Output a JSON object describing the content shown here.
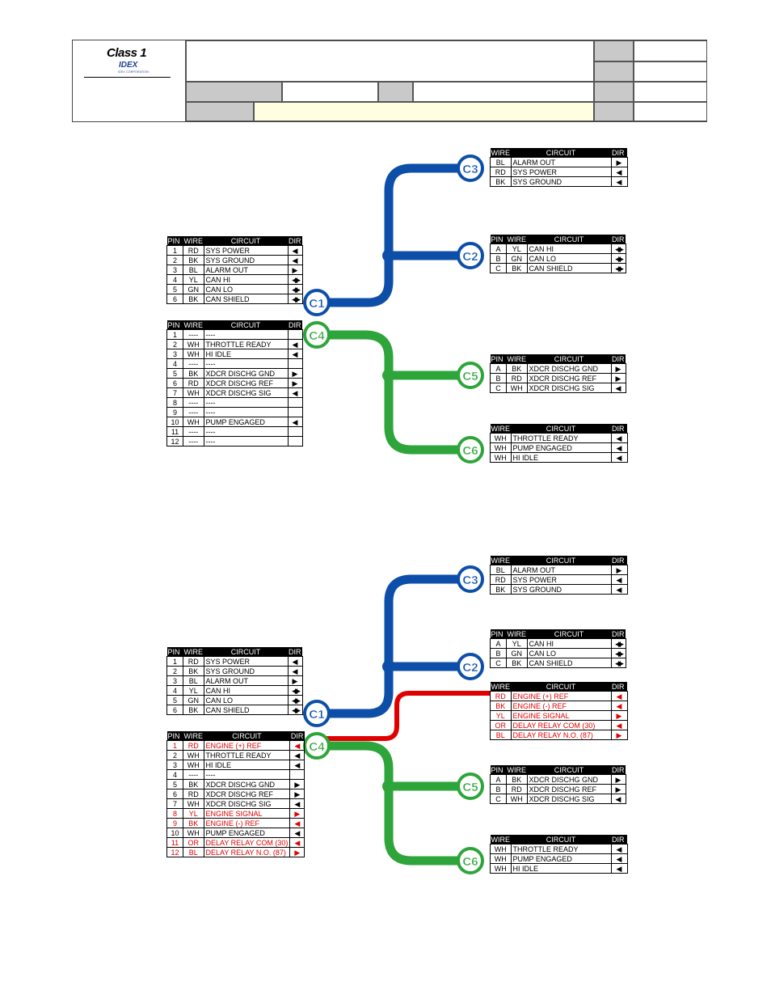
{
  "header": {
    "logo_brand": "Class 1",
    "logo_parent": "IDEX",
    "logo_parent_sub": "IDEX CORPORATION"
  },
  "colors": {
    "c1_c2_c3_harness": "#0d4fa8",
    "c4_c5_c6_harness": "#2ea53a",
    "engine_harness": "#e00000",
    "connector_ring_fill": "#ffffff"
  },
  "legend_dir": {
    "out": "right-triangle",
    "in": "left-triangle",
    "both": "double-triangle"
  },
  "diagrams": [
    {
      "connector_labels": [
        "C1",
        "C2",
        "C3",
        "C4",
        "C5",
        "C6"
      ],
      "c1": {
        "headers": [
          "PIN",
          "WIRE",
          "CIRCUIT",
          "DIR"
        ],
        "rows": [
          {
            "pin": "1",
            "wire": "RD",
            "circuit": "SYS POWER",
            "dir": "in"
          },
          {
            "pin": "2",
            "wire": "BK",
            "circuit": "SYS GROUND",
            "dir": "in"
          },
          {
            "pin": "3",
            "wire": "BL",
            "circuit": "ALARM OUT",
            "dir": "out"
          },
          {
            "pin": "4",
            "wire": "YL",
            "circuit": "CAN HI",
            "dir": "both"
          },
          {
            "pin": "5",
            "wire": "GN",
            "circuit": "CAN LO",
            "dir": "both"
          },
          {
            "pin": "6",
            "wire": "BK",
            "circuit": "CAN SHIELD",
            "dir": "both"
          }
        ]
      },
      "c4": {
        "headers": [
          "PIN",
          "WIRE",
          "CIRCUIT",
          "DIR"
        ],
        "rows": [
          {
            "pin": "1",
            "wire": "----",
            "circuit": "----",
            "dir": ""
          },
          {
            "pin": "2",
            "wire": "WH",
            "circuit": "THROTTLE READY",
            "dir": "in"
          },
          {
            "pin": "3",
            "wire": "WH",
            "circuit": "HI IDLE",
            "dir": "in"
          },
          {
            "pin": "4",
            "wire": "----",
            "circuit": "----",
            "dir": ""
          },
          {
            "pin": "5",
            "wire": "BK",
            "circuit": "XDCR DISCHG GND",
            "dir": "out"
          },
          {
            "pin": "6",
            "wire": "RD",
            "circuit": "XDCR DISCHG REF",
            "dir": "out"
          },
          {
            "pin": "7",
            "wire": "WH",
            "circuit": "XDCR DISCHG SIG",
            "dir": "in"
          },
          {
            "pin": "8",
            "wire": "----",
            "circuit": "----",
            "dir": ""
          },
          {
            "pin": "9",
            "wire": "----",
            "circuit": "----",
            "dir": ""
          },
          {
            "pin": "10",
            "wire": "WH",
            "circuit": "PUMP ENGAGED",
            "dir": "in"
          },
          {
            "pin": "11",
            "wire": "----",
            "circuit": "----",
            "dir": ""
          },
          {
            "pin": "12",
            "wire": "----",
            "circuit": "----",
            "dir": ""
          }
        ]
      },
      "c3": {
        "headers": [
          "WIRE",
          "CIRCUIT",
          "DIR"
        ],
        "rows": [
          {
            "wire": "BL",
            "circuit": "ALARM OUT",
            "dir": "out"
          },
          {
            "wire": "RD",
            "circuit": "SYS POWER",
            "dir": "in"
          },
          {
            "wire": "BK",
            "circuit": "SYS GROUND",
            "dir": "in"
          }
        ]
      },
      "c2": {
        "headers": [
          "PIN",
          "WIRE",
          "CIRCUIT",
          "DIR"
        ],
        "rows": [
          {
            "pin": "A",
            "wire": "YL",
            "circuit": "CAN HI",
            "dir": "both"
          },
          {
            "pin": "B",
            "wire": "GN",
            "circuit": "CAN LO",
            "dir": "both"
          },
          {
            "pin": "C",
            "wire": "BK",
            "circuit": "CAN SHIELD",
            "dir": "both"
          }
        ]
      },
      "c5": {
        "headers": [
          "PIN",
          "WIRE",
          "CIRCUIT",
          "DIR"
        ],
        "rows": [
          {
            "pin": "A",
            "wire": "BK",
            "circuit": "XDCR DISCHG GND",
            "dir": "out"
          },
          {
            "pin": "B",
            "wire": "RD",
            "circuit": "XDCR DISCHG REF",
            "dir": "out"
          },
          {
            "pin": "C",
            "wire": "WH",
            "circuit": "XDCR DISCHG SIG",
            "dir": "in"
          }
        ]
      },
      "c6": {
        "headers": [
          "WIRE",
          "CIRCUIT",
          "DIR"
        ],
        "rows": [
          {
            "wire": "WH",
            "circuit": "THROTTLE READY",
            "dir": "in"
          },
          {
            "wire": "WH",
            "circuit": "PUMP ENGAGED",
            "dir": "in"
          },
          {
            "wire": "WH",
            "circuit": "HI IDLE",
            "dir": "in"
          }
        ]
      }
    },
    {
      "connector_labels": [
        "C1",
        "C2",
        "C3",
        "C4",
        "C5",
        "C6"
      ],
      "c1": {
        "headers": [
          "PIN",
          "WIRE",
          "CIRCUIT",
          "DIR"
        ],
        "rows": [
          {
            "pin": "1",
            "wire": "RD",
            "circuit": "SYS POWER",
            "dir": "in"
          },
          {
            "pin": "2",
            "wire": "BK",
            "circuit": "SYS GROUND",
            "dir": "in"
          },
          {
            "pin": "3",
            "wire": "BL",
            "circuit": "ALARM OUT",
            "dir": "out"
          },
          {
            "pin": "4",
            "wire": "YL",
            "circuit": "CAN HI",
            "dir": "both"
          },
          {
            "pin": "5",
            "wire": "GN",
            "circuit": "CAN LO",
            "dir": "both"
          },
          {
            "pin": "6",
            "wire": "BK",
            "circuit": "CAN SHIELD",
            "dir": "both"
          }
        ]
      },
      "c4": {
        "headers": [
          "PIN",
          "WIRE",
          "CIRCUIT",
          "DIR"
        ],
        "rows": [
          {
            "pin": "1",
            "wire": "RD",
            "circuit": "ENGINE (+) REF",
            "dir": "in",
            "red": true
          },
          {
            "pin": "2",
            "wire": "WH",
            "circuit": "THROTTLE READY",
            "dir": "in"
          },
          {
            "pin": "3",
            "wire": "WH",
            "circuit": "HI IDLE",
            "dir": "in"
          },
          {
            "pin": "4",
            "wire": "----",
            "circuit": "----",
            "dir": ""
          },
          {
            "pin": "5",
            "wire": "BK",
            "circuit": "XDCR DISCHG GND",
            "dir": "out"
          },
          {
            "pin": "6",
            "wire": "RD",
            "circuit": "XDCR DISCHG REF",
            "dir": "out"
          },
          {
            "pin": "7",
            "wire": "WH",
            "circuit": "XDCR DISCHG SIG",
            "dir": "in"
          },
          {
            "pin": "8",
            "wire": "YL",
            "circuit": "ENGINE SIGNAL",
            "dir": "out",
            "red": true
          },
          {
            "pin": "9",
            "wire": "BK",
            "circuit": "ENGINE (-) REF",
            "dir": "in",
            "red": true
          },
          {
            "pin": "10",
            "wire": "WH",
            "circuit": "PUMP ENGAGED",
            "dir": "in"
          },
          {
            "pin": "11",
            "wire": "OR",
            "circuit": "DELAY RELAY COM (30)",
            "dir": "in",
            "red": true
          },
          {
            "pin": "12",
            "wire": "BL",
            "circuit": "DELAY RELAY N.O. (87)",
            "dir": "out",
            "red": true
          }
        ]
      },
      "c3": {
        "headers": [
          "WIRE",
          "CIRCUIT",
          "DIR"
        ],
        "rows": [
          {
            "wire": "BL",
            "circuit": "ALARM OUT",
            "dir": "out"
          },
          {
            "wire": "RD",
            "circuit": "SYS POWER",
            "dir": "in"
          },
          {
            "wire": "BK",
            "circuit": "SYS GROUND",
            "dir": "in"
          }
        ]
      },
      "c2": {
        "headers": [
          "PIN",
          "WIRE",
          "CIRCUIT",
          "DIR"
        ],
        "rows": [
          {
            "pin": "A",
            "wire": "YL",
            "circuit": "CAN HI",
            "dir": "both"
          },
          {
            "pin": "B",
            "wire": "GN",
            "circuit": "CAN LO",
            "dir": "both"
          },
          {
            "pin": "C",
            "wire": "BK",
            "circuit": "CAN SHIELD",
            "dir": "both"
          }
        ]
      },
      "engine": {
        "headers": [
          "WIRE",
          "CIRCUIT",
          "DIR"
        ],
        "rows": [
          {
            "wire": "RD",
            "circuit": "ENGINE (+) REF",
            "dir": "in",
            "red": true
          },
          {
            "wire": "BK",
            "circuit": "ENGINE (-) REF",
            "dir": "in",
            "red": true
          },
          {
            "wire": "YL",
            "circuit": "ENGINE SIGNAL",
            "dir": "out",
            "red": true
          },
          {
            "wire": "OR",
            "circuit": "DELAY RELAY COM (30)",
            "dir": "in",
            "red": true
          },
          {
            "wire": "BL",
            "circuit": "DELAY RELAY N.O. (87)",
            "dir": "out",
            "red": true
          }
        ]
      },
      "c5": {
        "headers": [
          "PIN",
          "WIRE",
          "CIRCUIT",
          "DIR"
        ],
        "rows": [
          {
            "pin": "A",
            "wire": "BK",
            "circuit": "XDCR DISCHG GND",
            "dir": "out"
          },
          {
            "pin": "B",
            "wire": "RD",
            "circuit": "XDCR DISCHG REF",
            "dir": "out"
          },
          {
            "pin": "C",
            "wire": "WH",
            "circuit": "XDCR DISCHG SIG",
            "dir": "in"
          }
        ]
      },
      "c6": {
        "headers": [
          "WIRE",
          "CIRCUIT",
          "DIR"
        ],
        "rows": [
          {
            "wire": "WH",
            "circuit": "THROTTLE READY",
            "dir": "in"
          },
          {
            "wire": "WH",
            "circuit": "PUMP ENGAGED",
            "dir": "in"
          },
          {
            "wire": "WH",
            "circuit": "HI IDLE",
            "dir": "in"
          }
        ]
      }
    }
  ]
}
